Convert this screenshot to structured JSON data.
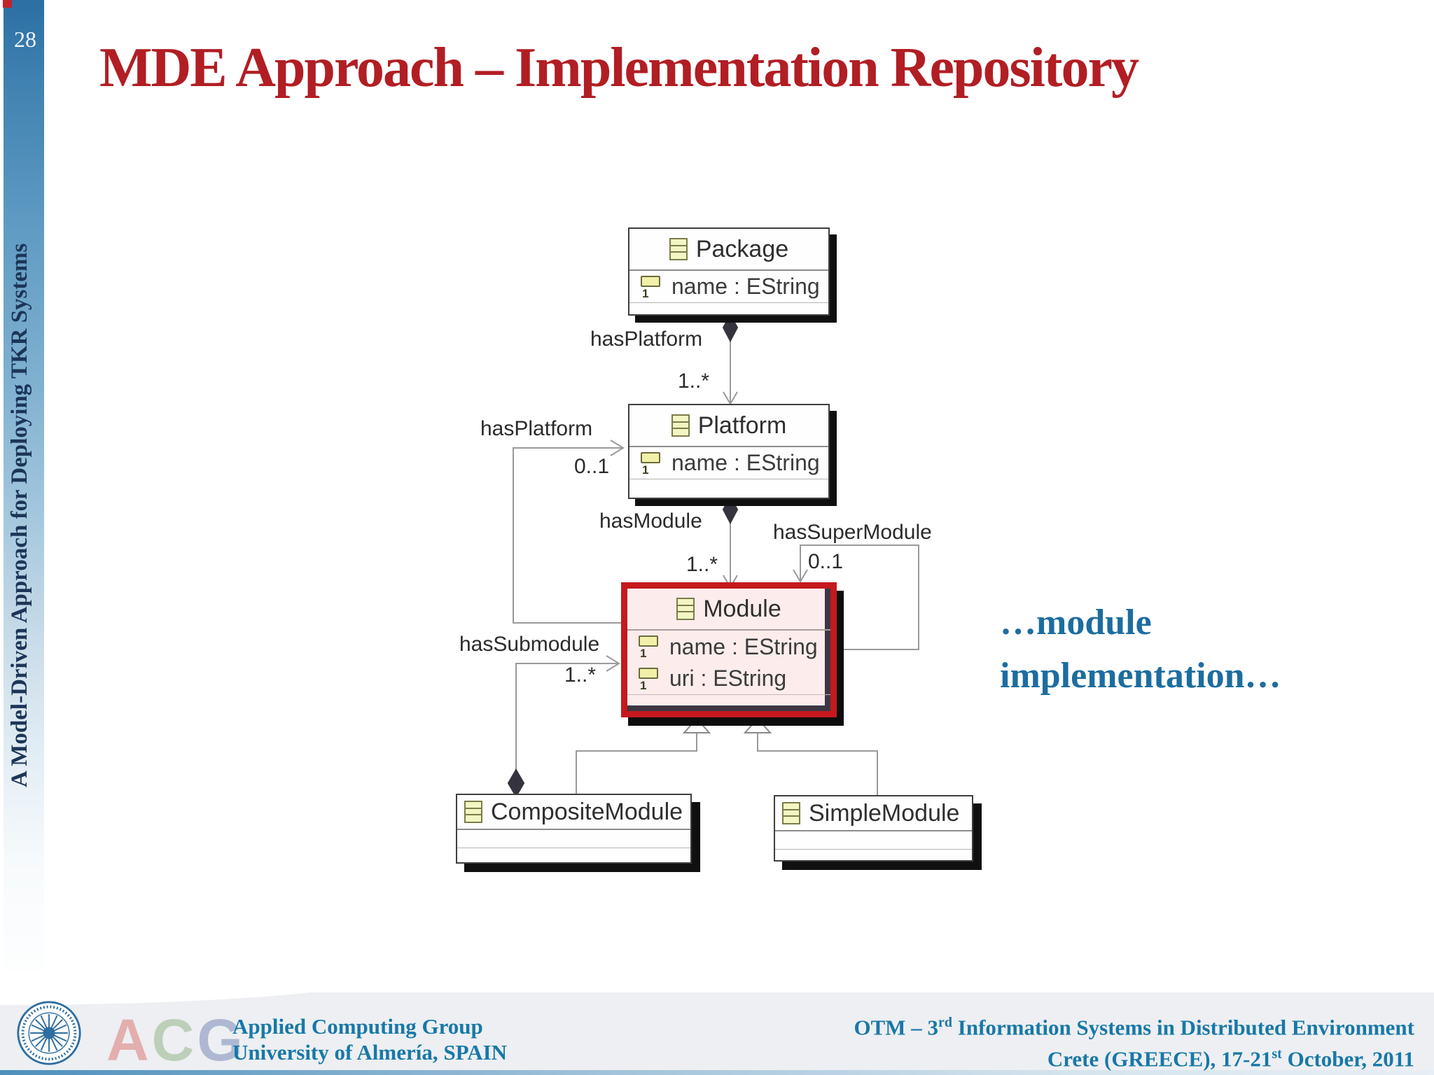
{
  "slide": {
    "number": "28",
    "title": "MDE Approach – Implementation Repository",
    "sidebar_text": "A Model-Driven Approach for Deploying TKR Systems"
  },
  "annotation": {
    "line1": "…module",
    "line2": "implementation…"
  },
  "diagram": {
    "attr_icon_label": "1",
    "classes": [
      {
        "name": "Package",
        "attributes": [
          "name : EString"
        ]
      },
      {
        "name": "Platform",
        "attributes": [
          "name : EString"
        ]
      },
      {
        "name": "Module",
        "attributes": [
          "name : EString",
          "uri : EString"
        ],
        "highlighted": true
      },
      {
        "name": "CompositeModule",
        "attributes": []
      },
      {
        "name": "SimpleModule",
        "attributes": []
      }
    ],
    "edges": {
      "package_platform": {
        "label": "hasPlatform",
        "multiplicity": "1..*"
      },
      "module_platform": {
        "label": "hasPlatform",
        "multiplicity": "0..1"
      },
      "platform_module": {
        "label": "hasModule",
        "multiplicity": "1..*"
      },
      "module_supermodule": {
        "label": "hasSuperModule",
        "multiplicity": "0..1"
      },
      "compositemodule_module": {
        "label": "hasSubmodule",
        "multiplicity": "1..*"
      }
    }
  },
  "footer": {
    "logo_a": "A",
    "logo_c": "C",
    "logo_g": "G",
    "group_line1": "Applied Computing Group",
    "group_line2": "University of Almería, SPAIN",
    "event1_pre": "OTM – 3",
    "event1_sup": "rd",
    "event1_post": " Information Systems in Distributed Environment",
    "event2_pre": "Crete (GREECE), 17-21",
    "event2_sup": "st",
    "event2_post": " October, 2011"
  },
  "colors": {
    "title_red": "#b11e23",
    "highlight_red": "#c5191d",
    "module_fill": "#fcecec",
    "teal_text": "#1878a8",
    "annotation_blue": "#1c6da0",
    "sidebar_blue_top": "#2b6fa3"
  }
}
